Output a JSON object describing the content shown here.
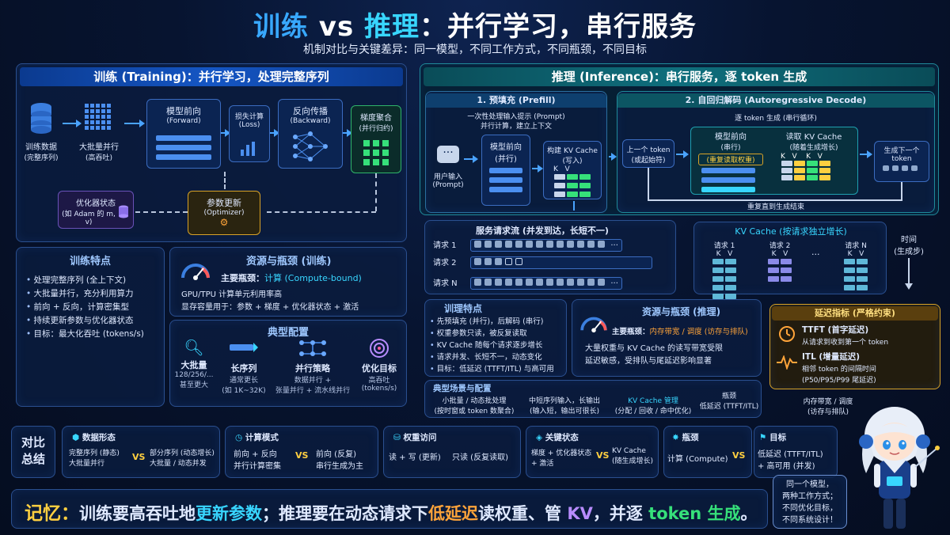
{
  "title": {
    "part1": "训练",
    "vs": " vs ",
    "part2": "推理",
    "part3": "：并行学习，串行服务"
  },
  "subtitle": "机制对比与关键差异：同一模型，不同工作方式，不同瓶颈，不同目标",
  "training": {
    "header": "训练 (Training)：并行学习，处理完整序列",
    "data_label1": "训练数据",
    "data_label2": "(完整序列)",
    "batch_label1": "大批量并行",
    "batch_label2": "(高吞吐)",
    "forward_title": "模型前向",
    "forward_sub": "(Forward)",
    "loss_title": "损失计算",
    "loss_sub": "(Loss)",
    "backward_title": "反向传播",
    "backward_sub": "(Backward)",
    "grad_title": "梯度聚合",
    "grad_sub": "(并行归约)",
    "opt_state_title": "优化器状态",
    "opt_state_sub": "(如 Adam 的 m, v)",
    "update_title": "参数更新",
    "update_sub": "(Optimizer)",
    "features_header": "训练特点",
    "features": [
      "处理完整序列 (全上下文)",
      "大批量并行，充分利用算力",
      "前向 + 反向，计算密集型",
      "持续更新参数与优化器状态",
      "目标：最大化吞吐 (tokens/s)"
    ],
    "resource_header": "资源与瓶颈 (训练)",
    "resource_main_label": "主要瓶颈：",
    "resource_main_value": "计算 (Compute-bound)",
    "resource_line1": "GPU/TPU 计算单元利用率高",
    "resource_line2": "显存容量用于：参数 + 梯度 + 优化器状态 + 激活",
    "config_header": "典型配置",
    "config": [
      {
        "title": "大批量",
        "desc1": "128/256/...",
        "desc2": "甚至更大"
      },
      {
        "title": "长序列",
        "desc1": "通常更长",
        "desc2": "(如 1K~32K)"
      },
      {
        "title": "并行策略",
        "desc1": "数据并行 +",
        "desc2": "张量并行 + 流水线并行"
      },
      {
        "title": "优化目标",
        "desc1": "高吞吐",
        "desc2": "(tokens/s)"
      }
    ]
  },
  "inference": {
    "header": "推理 (Inference)：串行服务，逐 token 生成",
    "prefill_header": "1. 预填充 (Prefill)",
    "prefill_desc1": "一次性处理输入提示 (Prompt)",
    "prefill_desc2": "并行计算，建立上下文",
    "user_input1": "用户输入",
    "user_input2": "(Prompt)",
    "pf_forward_title": "模型前向",
    "pf_forward_sub": "(并行)",
    "kv_build_title": "构建 KV Cache",
    "kv_build_sub": "(写入)",
    "decode_header": "2. 自回归解码 (Autoregressive Decode)",
    "decode_desc": "逐 token 生成 (串行循环)",
    "prev_token1": "上一个 token",
    "prev_token2": "(或起始符)",
    "dec_forward_title": "模型前向",
    "dec_forward_sub": "(串行)",
    "dec_forward_note": "(重复读取权重)",
    "read_kv_title": "读取 KV Cache",
    "read_kv_sub": "(随着生成增长)",
    "next_token1": "生成下一个",
    "next_token2": "token",
    "repeat_label": "重复直到生成结束",
    "flow_header": "服务请求流 (并发到达，长短不一)",
    "requests": [
      "请求 1",
      "请求 2",
      "请求 N"
    ],
    "kvc_header": "KV Cache (按请求独立增长)",
    "kvc_requests": [
      "请求 1",
      "请求 2",
      "请求 N"
    ],
    "time_label1": "时间",
    "time_label2": "(生成步)",
    "features_header": "训理特点",
    "features": [
      "先预填充 (并行)，后解码 (串行)",
      "权重参数只读，被反复读取",
      "KV Cache 随每个请求逐步增长",
      "请求并发、长短不一，动态变化",
      "目标：低延迟 (TTFT/ITL) 与高可用"
    ],
    "resource_header": "资源与瓶颈 (推理)",
    "resource_main_label": "主要瓶颈：",
    "resource_main_value": "内存带宽 / 调度 (访存与排队)",
    "resource_line1": "大量权重与 KV Cache 的读写带宽受限",
    "resource_line2": "延迟敏感，受排队与尾延迟影响显著",
    "latency_header": "延迟指标 (严格约束)",
    "ttft_title": "TTFT (首字延迟)",
    "ttft_desc": "从请求到收到第一个 token",
    "itl_title": "ITL (增量延迟)",
    "itl_desc1": "相邻 token 的间隔时间",
    "itl_desc2": "(P50/P95/P99 尾延迟)",
    "scenarios_header": "典型场景与配置",
    "scenarios": [
      {
        "l1": "小批量 / 动态批处理",
        "l2": "(按时窗或 token 数聚合)"
      },
      {
        "l1": "中短序列输入，长输出",
        "l2": "(输入短，输出可很长)"
      },
      {
        "l1": "KV Cache 管理",
        "l2": "(分配 / 回收 / 命中优化)"
      },
      {
        "l1": "瓶颈",
        "l2": "低延迟 (TTFT/ITL)"
      },
      {
        "l1": "内存带宽 / 调度",
        "l2": "(访存与排队)"
      }
    ]
  },
  "summary": {
    "label1": "对比",
    "label2": "总结",
    "items": [
      {
        "title": "数据形态",
        "left1": "完整序列 (静态)",
        "left2": "大批量并行",
        "right1": "部分序列 (动态增长)",
        "right2": "大批量 / 动态并发"
      },
      {
        "title": "计算模式",
        "left1": "前向 + 反向",
        "left2": "并行计算密集",
        "right1": "前向 (反复)",
        "right2": "串行生成为主"
      },
      {
        "title": "权重访问",
        "left1": "读 + 写 (更新)",
        "left2": "",
        "right1": "只读 (反复读取)",
        "right2": ""
      },
      {
        "title": "关键状态",
        "left1": "梯度 + 优化器状态",
        "left2": "+ 激活",
        "right1": "KV Cache",
        "right2": "(随生成增长)"
      },
      {
        "title": "瓶颈",
        "left1": "计算 (Compute)",
        "left2": "",
        "right1": "",
        "right2": ""
      },
      {
        "title": "目标",
        "left1": "低延迟 (TTFT/ITL)",
        "left2": "+ 高可用 (并发)",
        "right1": "",
        "right2": ""
      }
    ],
    "vs": "VS"
  },
  "memory": {
    "label": "记忆：",
    "s1": "训练要高吞吐地",
    "s2": "更新参数",
    "s3": "；推理要在动态请求下",
    "s4": "低延迟",
    "s5": "读权重、管 ",
    "s6": "KV",
    "s7": "，并逐 ",
    "s8": "token 生成",
    "s9": "。"
  },
  "mascot": {
    "line1": "同一个模型，",
    "line2": "两种工作方式；",
    "line3": "不同优化目标，",
    "line4": "不同系统设计！"
  },
  "colors": {
    "training_accent": "#1556c4",
    "inference_accent": "#0f6f7d",
    "highlight_cyan": "#38d6ff",
    "gold": "#ffcf40"
  }
}
